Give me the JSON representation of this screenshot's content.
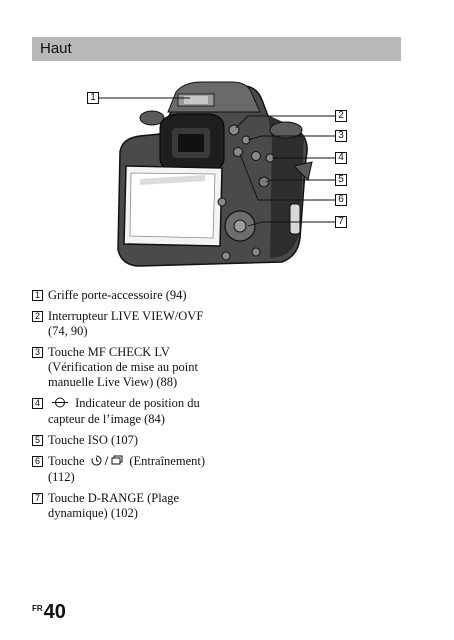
{
  "header": {
    "title": "Haut"
  },
  "callouts": [
    "1",
    "2",
    "3",
    "4",
    "5",
    "6",
    "7"
  ],
  "legend": [
    {
      "num": "1",
      "text": "Griffe porte-accessoire (94)"
    },
    {
      "num": "2",
      "text": "Interrupteur LIVE VIEW/OVF (74, 90)"
    },
    {
      "num": "3",
      "text": "Touche MF CHECK LV (Vérification de mise au point manuelle Live View) (88)"
    },
    {
      "num": "4",
      "icon": "focal-plane-icon",
      "text": "Indicateur de position du capteur de l’image (84)"
    },
    {
      "num": "5",
      "text": "Touche ISO (107)"
    },
    {
      "num": "6",
      "prefix": "Touche",
      "icons": [
        "self-timer-icon",
        "drive-continuous-icon"
      ],
      "text": "(Entraînement) (112)"
    },
    {
      "num": "7",
      "text": "Touche D-RANGE (Plage dynamique) (102)"
    }
  ],
  "footer": {
    "page_prefix": "FR",
    "page_number": "40"
  }
}
